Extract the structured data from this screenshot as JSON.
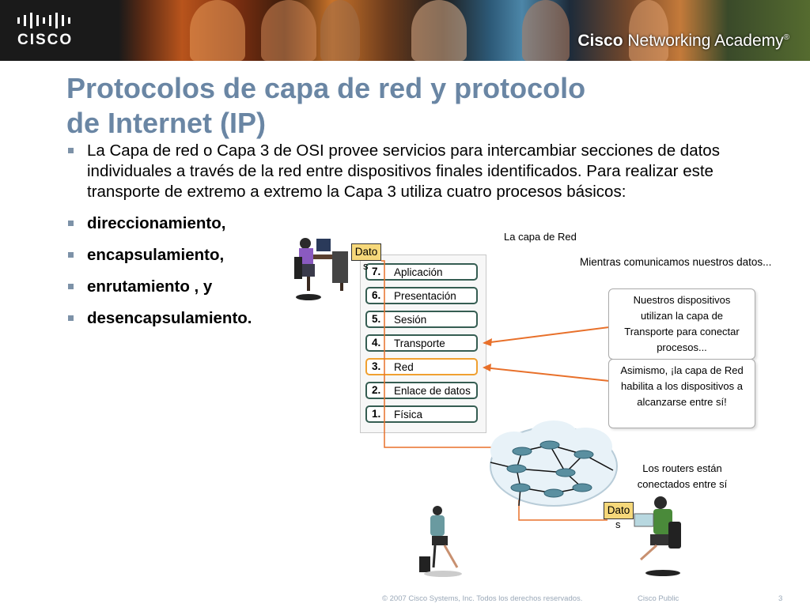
{
  "header": {
    "logo_text": "CISCO",
    "academy_brand": "Cisco",
    "academy_rest": " Networking Academy",
    "registered": "®"
  },
  "slide": {
    "title_line1": "Protocolos de capa de red y protocolo",
    "title_line2": "de Internet (IP)",
    "bullets": [
      "La Capa de red o Capa 3 de OSI provee servicios para intercambiar secciones de datos individuales a través de la red entre dispositivos finales identificados. Para realizar este transporte de extremo a extremo la Capa 3 utiliza cuatro procesos básicos:",
      "direccionamiento,",
      "encapsulamiento,",
      "enrutamiento , y",
      "desencapsulamiento."
    ]
  },
  "diagram": {
    "title": "La capa de Red",
    "subtitle": "Mientras comunicamos nuestros datos...",
    "layers": [
      {
        "num": "7.",
        "name": "Aplicación"
      },
      {
        "num": "6.",
        "name": "Presentación"
      },
      {
        "num": "5.",
        "name": "Sesión"
      },
      {
        "num": "4.",
        "name": "Transporte"
      },
      {
        "num": "3.",
        "name": "Red"
      },
      {
        "num": "2.",
        "name": "Enlace de datos"
      },
      {
        "num": "1.",
        "name": "Física"
      }
    ],
    "dato_label": "Dato",
    "dato_suffix": "s",
    "callout1": [
      "Nuestros dispositivos",
      "utilizan la capa de",
      "Transporte para conectar",
      "procesos..."
    ],
    "callout2": [
      "Asimismo, ¡la capa de Red",
      "habilita a los dispositivos a",
      "alcanzarse entre sí!"
    ],
    "routers_label": [
      "Los routers están",
      "conectados entre sí"
    ]
  },
  "footer": {
    "copyright": "© 2007 Cisco Systems, Inc. Todos los derechos reservados.",
    "classification": "Cisco Public",
    "page": "3"
  },
  "colors": {
    "title": "#6a86a4",
    "layer_border": "#355d52",
    "highlight": "#f0a030",
    "arrow": "#e8702a",
    "dato_tag": "#f6d87a"
  }
}
